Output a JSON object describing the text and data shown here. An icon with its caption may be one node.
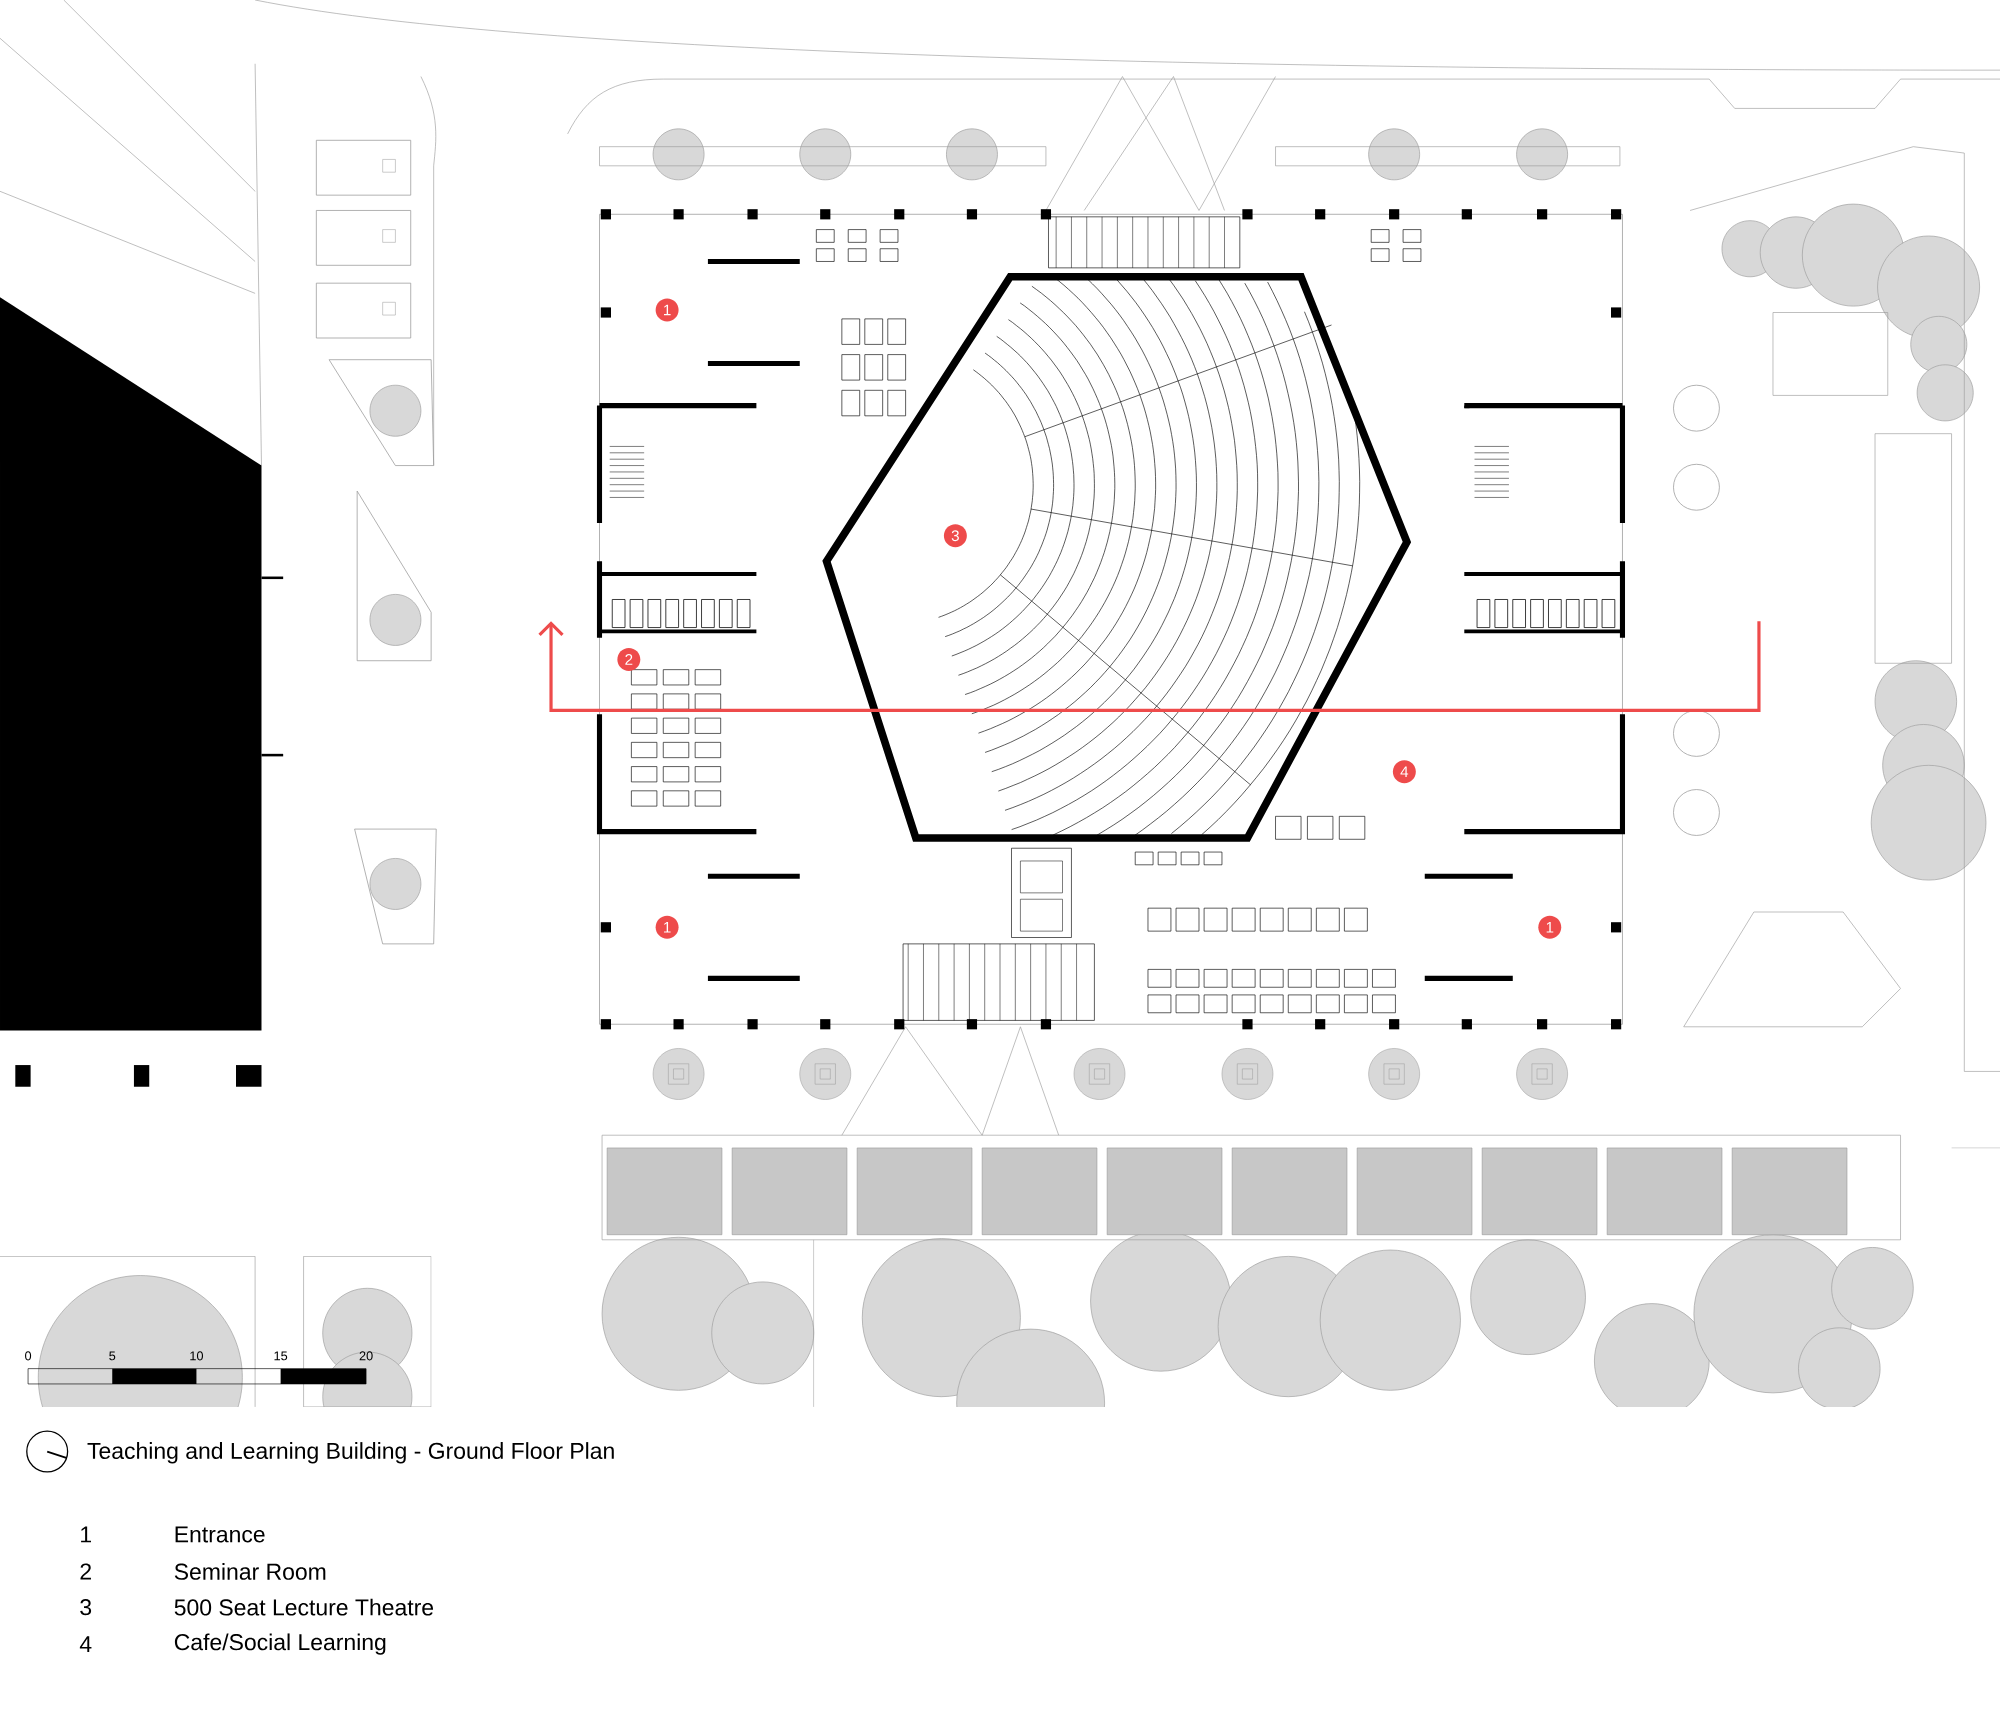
{
  "diagram": {
    "title": "Teaching and Learning Building - Ground Floor Plan",
    "labels": [
      "1",
      "3",
      "2",
      "4",
      "1",
      "1",
      "0",
      "5",
      "10",
      "15",
      "20",
      "1",
      "Entrance",
      "2",
      "Seminar Room",
      "3",
      "500 Seat Lecture Theatre",
      "4",
      "Cafe/Social Learning"
    ]
  }
}
